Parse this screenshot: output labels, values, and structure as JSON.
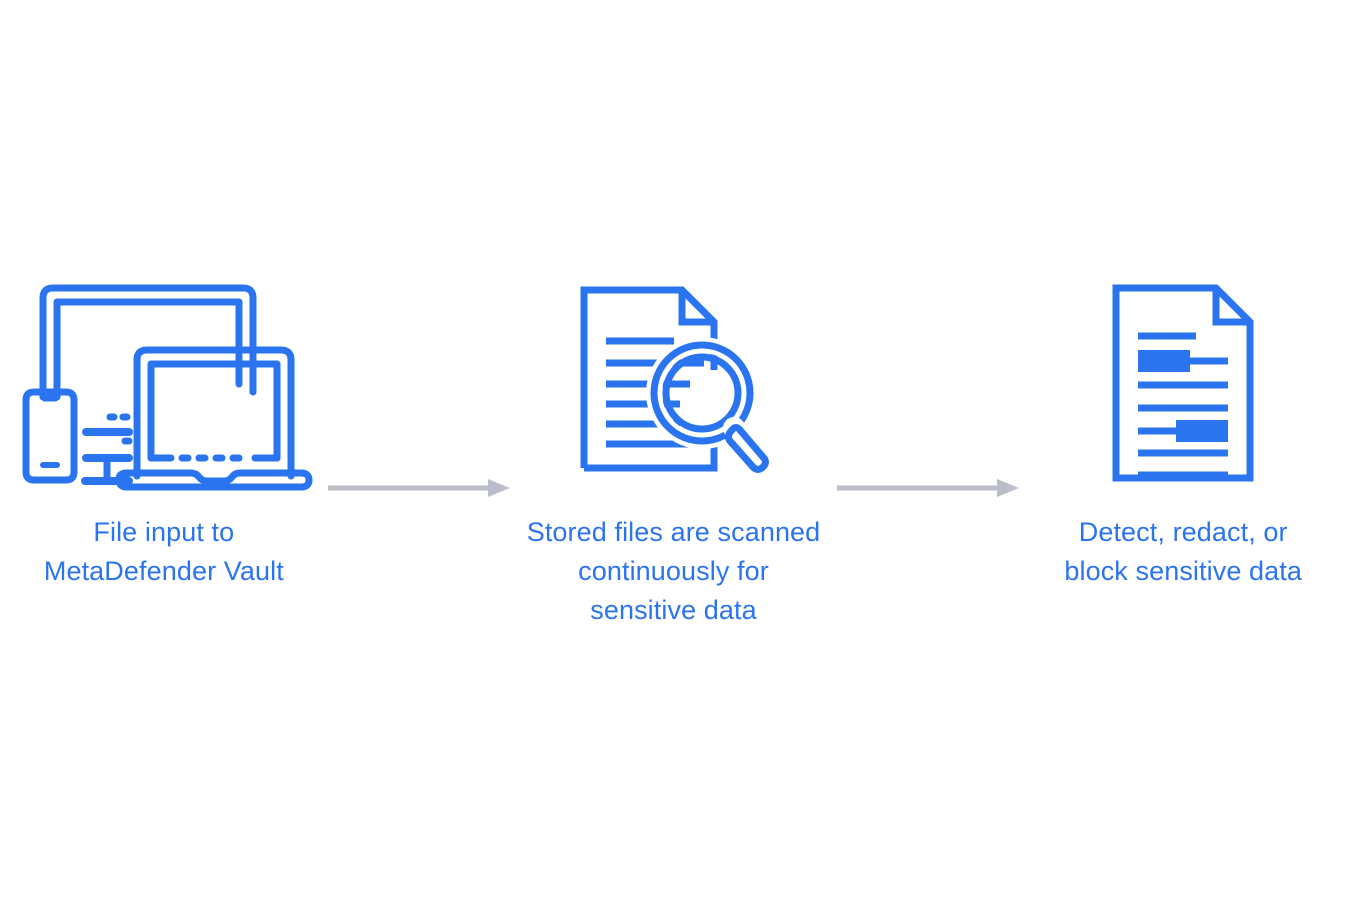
{
  "diagram": {
    "type": "process-flow",
    "orientation": "horizontal",
    "background_color": "#FFFFFF",
    "accent_color": "#2B74F0",
    "arrow_color": "#B9BEC9",
    "steps": [
      {
        "id": "step-1",
        "icon": "devices-icon",
        "icon_parts": [
          "tablet",
          "smartphone",
          "desktop-computer",
          "laptop"
        ],
        "label": "File input to\nMetaDefender Vault",
        "label_line_1": "File input to",
        "label_line_2": "MetaDefender Vault"
      },
      {
        "id": "step-2",
        "icon": "document-search-icon",
        "icon_parts": [
          "document",
          "magnifying-glass"
        ],
        "label": "Stored files are scanned\ncontinuously for\nsensitive data",
        "label_line_1": "Stored files are scanned",
        "label_line_2": "continuously for",
        "label_line_3": "sensitive data"
      },
      {
        "id": "step-3",
        "icon": "document-redacted-icon",
        "icon_parts": [
          "document",
          "redaction-block",
          "redaction-block"
        ],
        "label": "Detect, redact, or\nblock sensitive data",
        "label_line_1": "Detect, redact, or",
        "label_line_2": "block sensitive data"
      }
    ],
    "connectors": [
      {
        "id": "connector-1",
        "from": "step-1",
        "to": "step-2",
        "style": "arrow-right"
      },
      {
        "id": "connector-2",
        "from": "step-2",
        "to": "step-3",
        "style": "arrow-right"
      }
    ]
  }
}
